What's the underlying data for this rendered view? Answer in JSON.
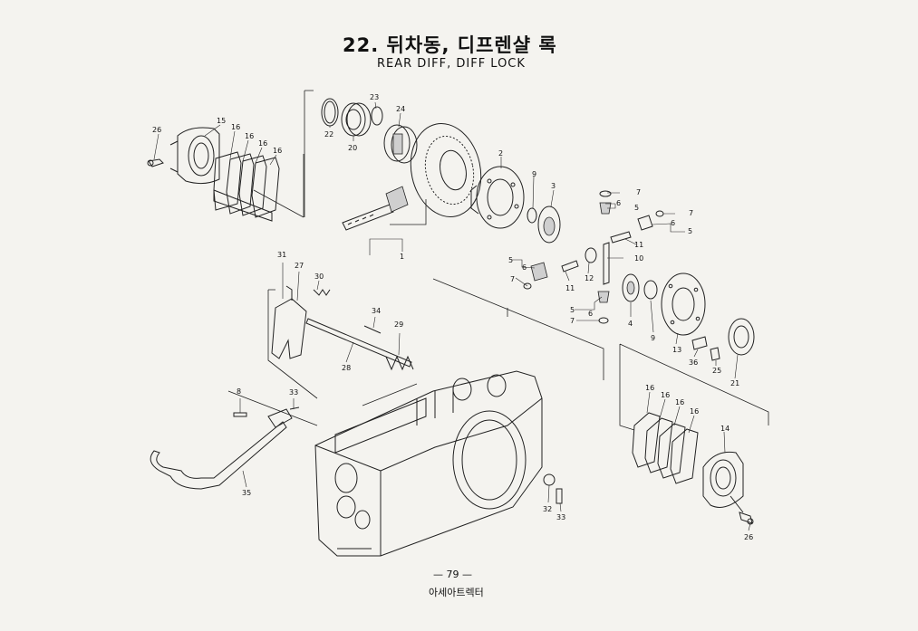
{
  "page": {
    "title": "22. 뒤차동, 디프렌샬 록",
    "subtitle": "REAR DIFF, DIFF LOCK",
    "page_number": "— 79 —",
    "publisher": "아세아트렉터"
  },
  "callouts": [
    "1",
    "2",
    "3",
    "4",
    "5",
    "5",
    "5",
    "5",
    "6",
    "6",
    "6",
    "6",
    "7",
    "7",
    "7",
    "7",
    "8",
    "9",
    "9",
    "10",
    "11",
    "11",
    "12",
    "13",
    "14",
    "15",
    "16",
    "16",
    "16",
    "16",
    "16",
    "16",
    "16",
    "16",
    "20",
    "21",
    "22",
    "23",
    "24",
    "25",
    "26",
    "26",
    "27",
    "28",
    "29",
    "30",
    "31",
    "32",
    "33",
    "33",
    "34",
    "35",
    "36"
  ]
}
